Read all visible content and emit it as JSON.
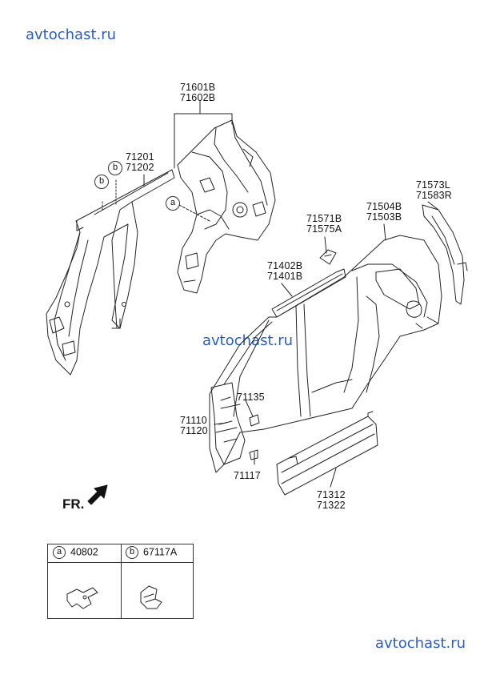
{
  "watermark": {
    "top": "avtochast.ru",
    "middle": "avtochast.ru",
    "bottom": "avtochast.ru"
  },
  "labels": {
    "p71601": "71601B",
    "p71602": "71602B",
    "p71201": "71201",
    "p71202": "71202",
    "p71573": "71573L",
    "p71583": "71583R",
    "p71504": "71504B",
    "p71503": "71503B",
    "p71571": "71571B",
    "p71575": "71575A",
    "p71402": "71402B",
    "p71401": "71401B",
    "p71135": "71135",
    "p71110": "71110",
    "p71120": "71120",
    "p71117": "71117",
    "p71312": "71312",
    "p71322": "71322"
  },
  "direction": "FR.",
  "callouts": {
    "a": "a",
    "b": "b"
  },
  "legend": {
    "a_letter": "a",
    "a_part": "40802",
    "b_letter": "b",
    "b_part": "67117A"
  }
}
